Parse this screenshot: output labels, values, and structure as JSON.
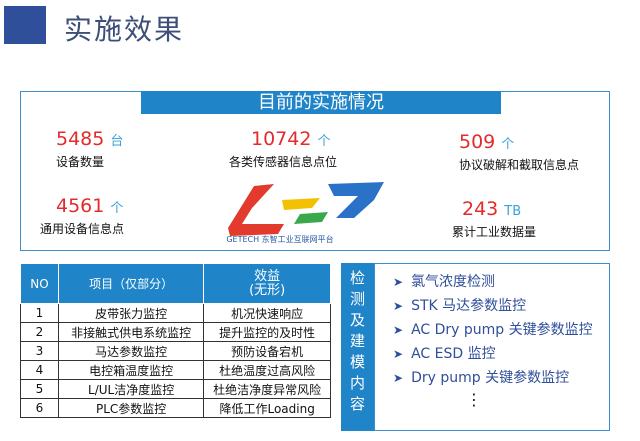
{
  "page": {
    "title": "实施效果"
  },
  "overview": {
    "header": "目前的实施情况",
    "stats": [
      {
        "num": "5485",
        "unit": "台",
        "label": "设备数量"
      },
      {
        "num": "10742",
        "unit": "个",
        "label": "各类传感器信息点位"
      },
      {
        "num": "509",
        "unit": "个",
        "label": "协议破解和截取信息点"
      },
      {
        "num": "4561",
        "unit": "个",
        "label": "通用设备信息点"
      },
      {
        "num": "243",
        "unit": "TB",
        "label": "累计工业数据量"
      }
    ],
    "logo_text": "GETECH 东智工业互联网平台",
    "logo_colors": {
      "red": "#e23a2d",
      "yellow": "#f2c200",
      "green": "#3aa84b",
      "blue": "#2a72c8"
    }
  },
  "table": {
    "headers": {
      "no": "NO",
      "item": "项目（仅部分）",
      "merit": "效益",
      "merit_sub": "(无形)"
    },
    "rows": [
      {
        "no": "1",
        "item": "皮带张力监控",
        "merit": "机况快速响应"
      },
      {
        "no": "2",
        "item": "非接触式供电系统监控",
        "merit": "提升监控的及时性"
      },
      {
        "no": "3",
        "item": "马达参数监控",
        "merit": "预防设备宕机"
      },
      {
        "no": "4",
        "item": "电控箱温度监控",
        "merit": "杜绝温度过高风险"
      },
      {
        "no": "5",
        "item": "L/UL洁净度监控",
        "merit": "杜绝洁净度异常风险"
      },
      {
        "no": "6",
        "item": "PLC参数监控",
        "merit": "降低工作Loading"
      }
    ]
  },
  "detect": {
    "side_chars": [
      "检",
      "测",
      "及",
      "建",
      "模",
      "内",
      "容"
    ],
    "items": [
      "氯气浓度检测",
      "STK 马达参数监控",
      "AC Dry pump 关键参数监控",
      "AC ESD 监控",
      "Dry pump 关键参数监控"
    ],
    "more": "⋮"
  },
  "colors": {
    "accent": "#1f84c8",
    "number": "#e42b2b",
    "title": "#3d4f79"
  }
}
